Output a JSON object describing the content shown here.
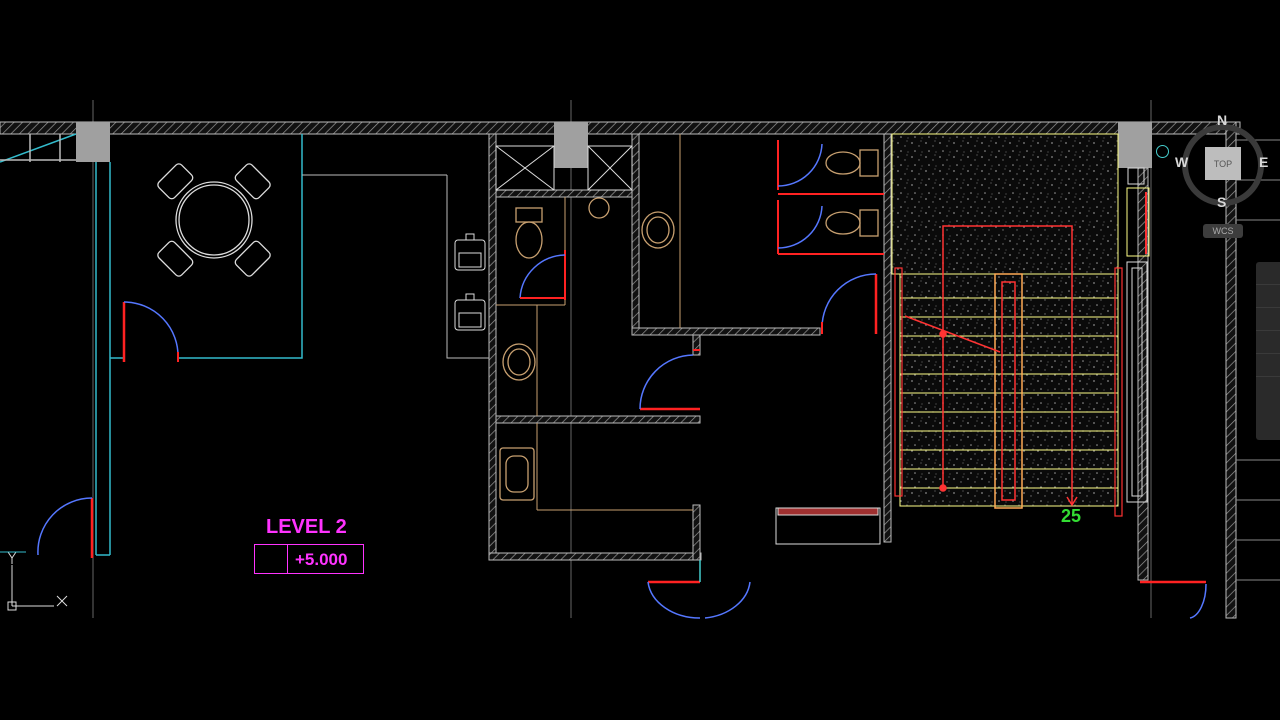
{
  "app": {
    "name": "CAD drawing viewport"
  },
  "annotations": {
    "level_title": "LEVEL 2",
    "level_elevation": "+5.000",
    "stair_count": "25"
  },
  "viewcube": {
    "north": "N",
    "south": "S",
    "west": "W",
    "east": "E",
    "face": "TOP",
    "wcs_label": "WCS"
  },
  "ucs": {
    "x_axis": "X",
    "y_axis": "Y"
  },
  "colors": {
    "background": "#000000",
    "wall_hatch": "#bbbbbb",
    "column": "#a0a0a0",
    "partition_cyan": "#33bbcc",
    "door_red": "#ff2222",
    "door_arc_blue": "#5577ff",
    "fixture_tan": "#c8a070",
    "stair_yellow": "#ffff88",
    "text_magenta": "#ff33ff",
    "text_green": "#33dd33"
  }
}
